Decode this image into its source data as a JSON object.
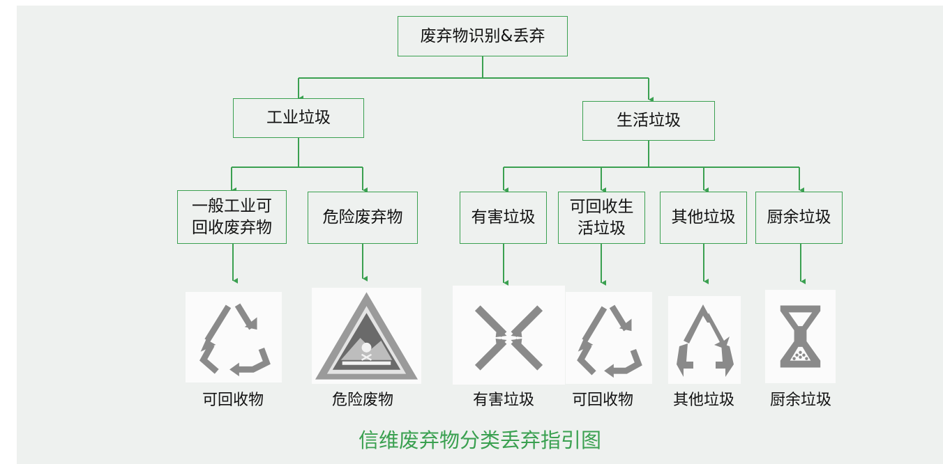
{
  "diagram": {
    "root": "废弃物识别&丢弃",
    "branches": [
      {
        "label": "工业垃圾",
        "children": [
          "一般工业可回收废弃物",
          "危险废弃物"
        ]
      },
      {
        "label": "生活垃圾",
        "children": [
          "有害垃圾",
          "可回收生活垃圾",
          "其他垃圾",
          "厨余垃圾"
        ]
      }
    ],
    "symbols": [
      {
        "icon": "recycle-icon",
        "label": "可回收物"
      },
      {
        "icon": "hazard-triangle-icon",
        "label": "危险废物"
      },
      {
        "icon": "harmful-cross-icon",
        "label": "有害垃圾"
      },
      {
        "icon": "recycle-icon",
        "label": "可回收物"
      },
      {
        "icon": "other-waste-icon",
        "label": "其他垃圾"
      },
      {
        "icon": "hourglass-icon",
        "label": "厨余垃圾"
      }
    ],
    "caption": "信维废弃物分类丢弃指引图"
  },
  "colors": {
    "accent": "#3aa050",
    "background": "#eef1ef",
    "symbol_gray": "#8a8a8a"
  }
}
